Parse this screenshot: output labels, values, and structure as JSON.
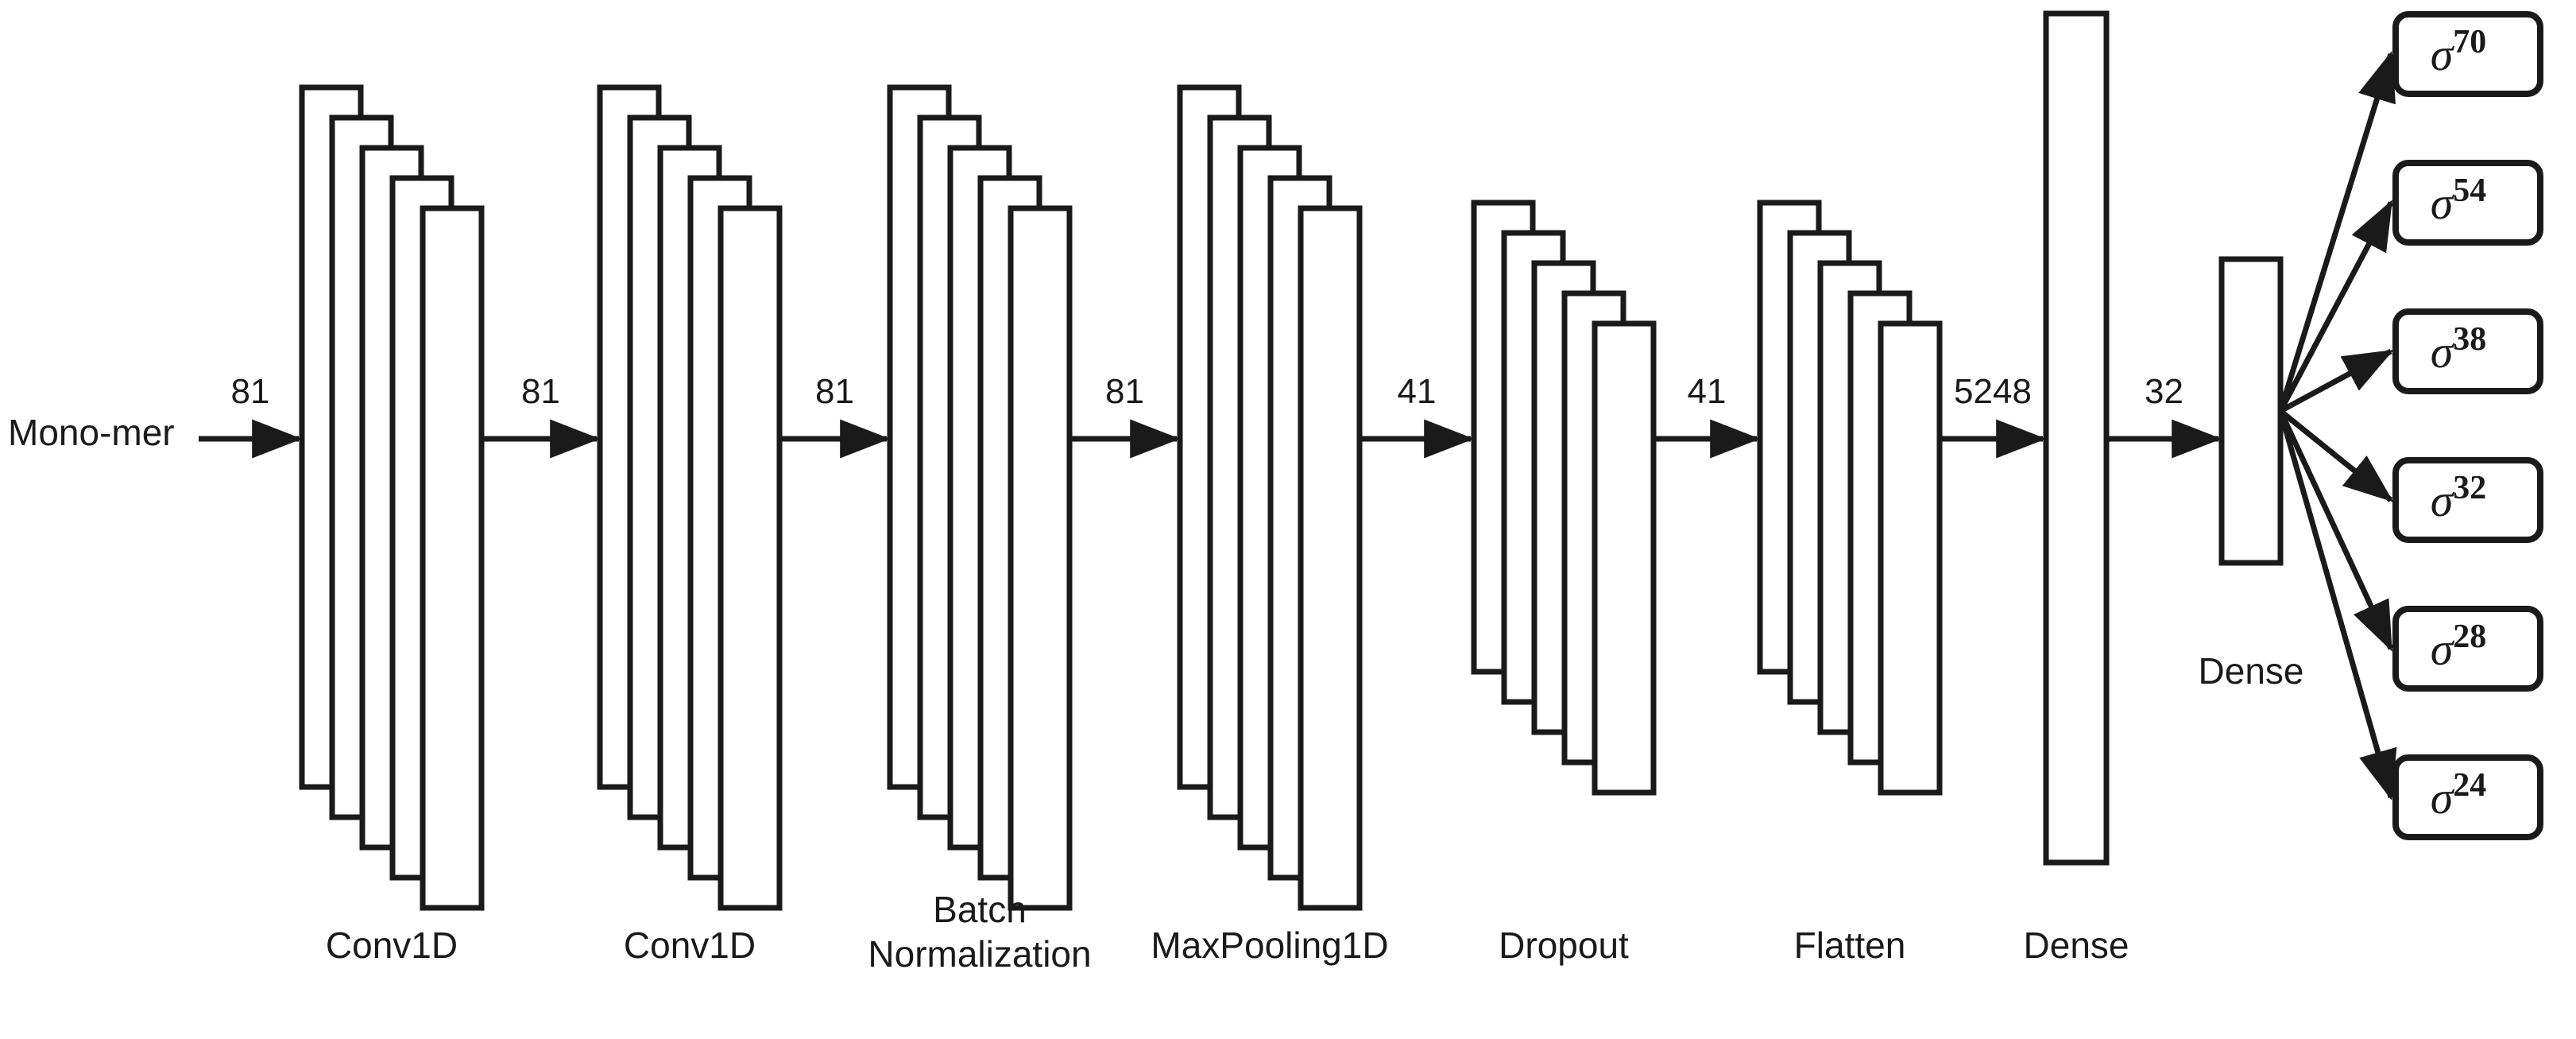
{
  "diagram": {
    "title": "1D CNN architecture for monomer property prediction",
    "type": "neural-network-architecture",
    "background_color": "#ffffff",
    "line_color": "#1a1a1a"
  },
  "input": {
    "label": "Mono-mer"
  },
  "layers": [
    {
      "id": "conv1d-1",
      "label": "Conv1D",
      "label_lines": [
        "Conv1D"
      ],
      "style": "stack5",
      "bar_count": 5
    },
    {
      "id": "conv1d-2",
      "label": "Conv1D",
      "label_lines": [
        "Conv1D"
      ],
      "style": "stack5",
      "bar_count": 5
    },
    {
      "id": "batchnorm",
      "label": "Batch Normalization",
      "label_lines": [
        "Batch",
        "Normalization"
      ],
      "style": "stack5",
      "bar_count": 5
    },
    {
      "id": "maxpool1d",
      "label": "MaxPooling1D",
      "label_lines": [
        "MaxPooling1D"
      ],
      "style": "stack5",
      "bar_count": 5
    },
    {
      "id": "dropout",
      "label": "Dropout",
      "label_lines": [
        "Dropout"
      ],
      "style": "stack5-short",
      "bar_count": 5
    },
    {
      "id": "flatten",
      "label": "Flatten",
      "label_lines": [
        "Flatten"
      ],
      "style": "stack5-short",
      "bar_count": 5
    },
    {
      "id": "dense-1",
      "label": "Dense",
      "label_lines": [
        "Dense"
      ],
      "style": "single-tall",
      "bar_count": 1
    },
    {
      "id": "dense-2",
      "label": "Dense",
      "label_lines": [
        "Dense"
      ],
      "style": "single-short",
      "bar_count": 1
    }
  ],
  "connections": [
    {
      "from": "input",
      "to": "conv1d-1",
      "label": "81"
    },
    {
      "from": "conv1d-1",
      "to": "conv1d-2",
      "label": "81"
    },
    {
      "from": "conv1d-2",
      "to": "batchnorm",
      "label": "81"
    },
    {
      "from": "batchnorm",
      "to": "maxpool1d",
      "label": "81"
    },
    {
      "from": "maxpool1d",
      "to": "dropout",
      "label": "41"
    },
    {
      "from": "dropout",
      "to": "flatten",
      "label": "41"
    },
    {
      "from": "flatten",
      "to": "dense-1",
      "label": "5248"
    },
    {
      "from": "dense-1",
      "to": "dense-2",
      "label": "32"
    }
  ],
  "outputs": [
    {
      "id": "out-sigma-70",
      "base": "σ",
      "exponent": "70"
    },
    {
      "id": "out-sigma-54",
      "base": "σ",
      "exponent": "54"
    },
    {
      "id": "out-sigma-38",
      "base": "σ",
      "exponent": "38"
    },
    {
      "id": "out-sigma-32",
      "base": "σ",
      "exponent": "32"
    },
    {
      "id": "out-sigma-28",
      "base": "σ",
      "exponent": "28"
    },
    {
      "id": "out-sigma-24",
      "base": "σ",
      "exponent": "24"
    }
  ]
}
